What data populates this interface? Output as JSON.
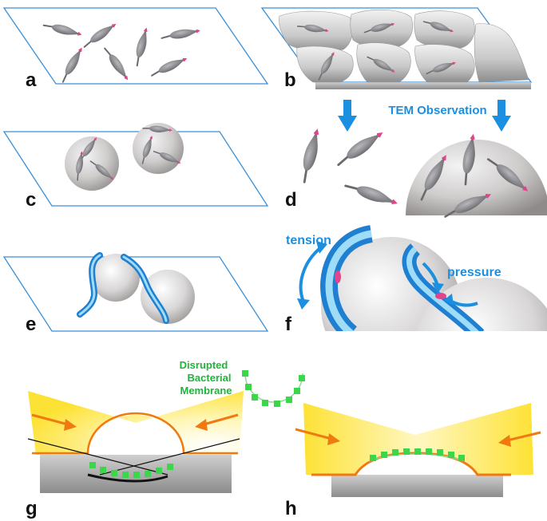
{
  "panels": {
    "a": "a",
    "b": "b",
    "c": "c",
    "d": "d",
    "e": "e",
    "f": "f",
    "g": "g",
    "h": "h"
  },
  "labels": {
    "tem_observation": "TEM Observation",
    "tension": "tension",
    "pressure": "pressure",
    "membrane_line1": "Disrupted",
    "membrane_line2": "Bacterial",
    "membrane_line3": "Membrane"
  },
  "colors": {
    "frame_blue": "#3a8fd6",
    "arrow_blue": "#1b8fe0",
    "cell_gray": "#7c7c80",
    "cell_tip": "#e0458c",
    "membrane_green": "#3cd64a",
    "arrow_orange": "#f07a10",
    "wave_yellow": "#fde84a",
    "surface_orange": "#f07a10"
  },
  "icons": {
    "down_arrow": "down-arrow-icon",
    "curved_arrow": "curved-arrow-icon",
    "force_arrow": "force-arrow-icon"
  }
}
